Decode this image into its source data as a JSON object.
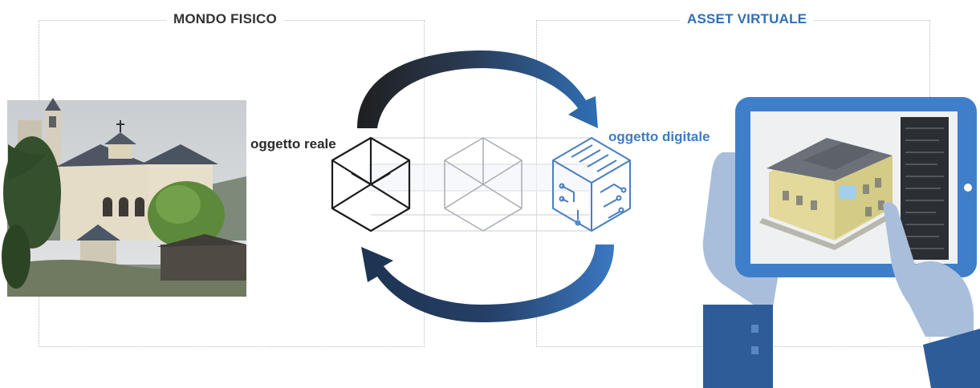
{
  "physical": {
    "title": "MONDO FISICO",
    "object_label": "oggetto reale"
  },
  "virtual": {
    "title": "ASSET VIRTUALE",
    "object_label": "oggetto digitale"
  },
  "colors": {
    "physical_title": "#333333",
    "virtual_title": "#2f6fb5",
    "digital_label": "#3b7cc4",
    "arrow_top_dark": "#1f1f1f",
    "arrow_blue": "#2f6fb5",
    "arrow_bottom_dark": "#1e3352",
    "hand": "#a9bedb",
    "sleeve": "#2e5c99",
    "tablet": "#3f7fc9"
  },
  "icons": {
    "photo": "church-photo",
    "real_cube": "wireframe-cube-icon",
    "middle_cube": "wireframe-cube-faded-icon",
    "digital_cube": "circuit-cube-icon",
    "tablet": "tablet-with-building-model"
  }
}
